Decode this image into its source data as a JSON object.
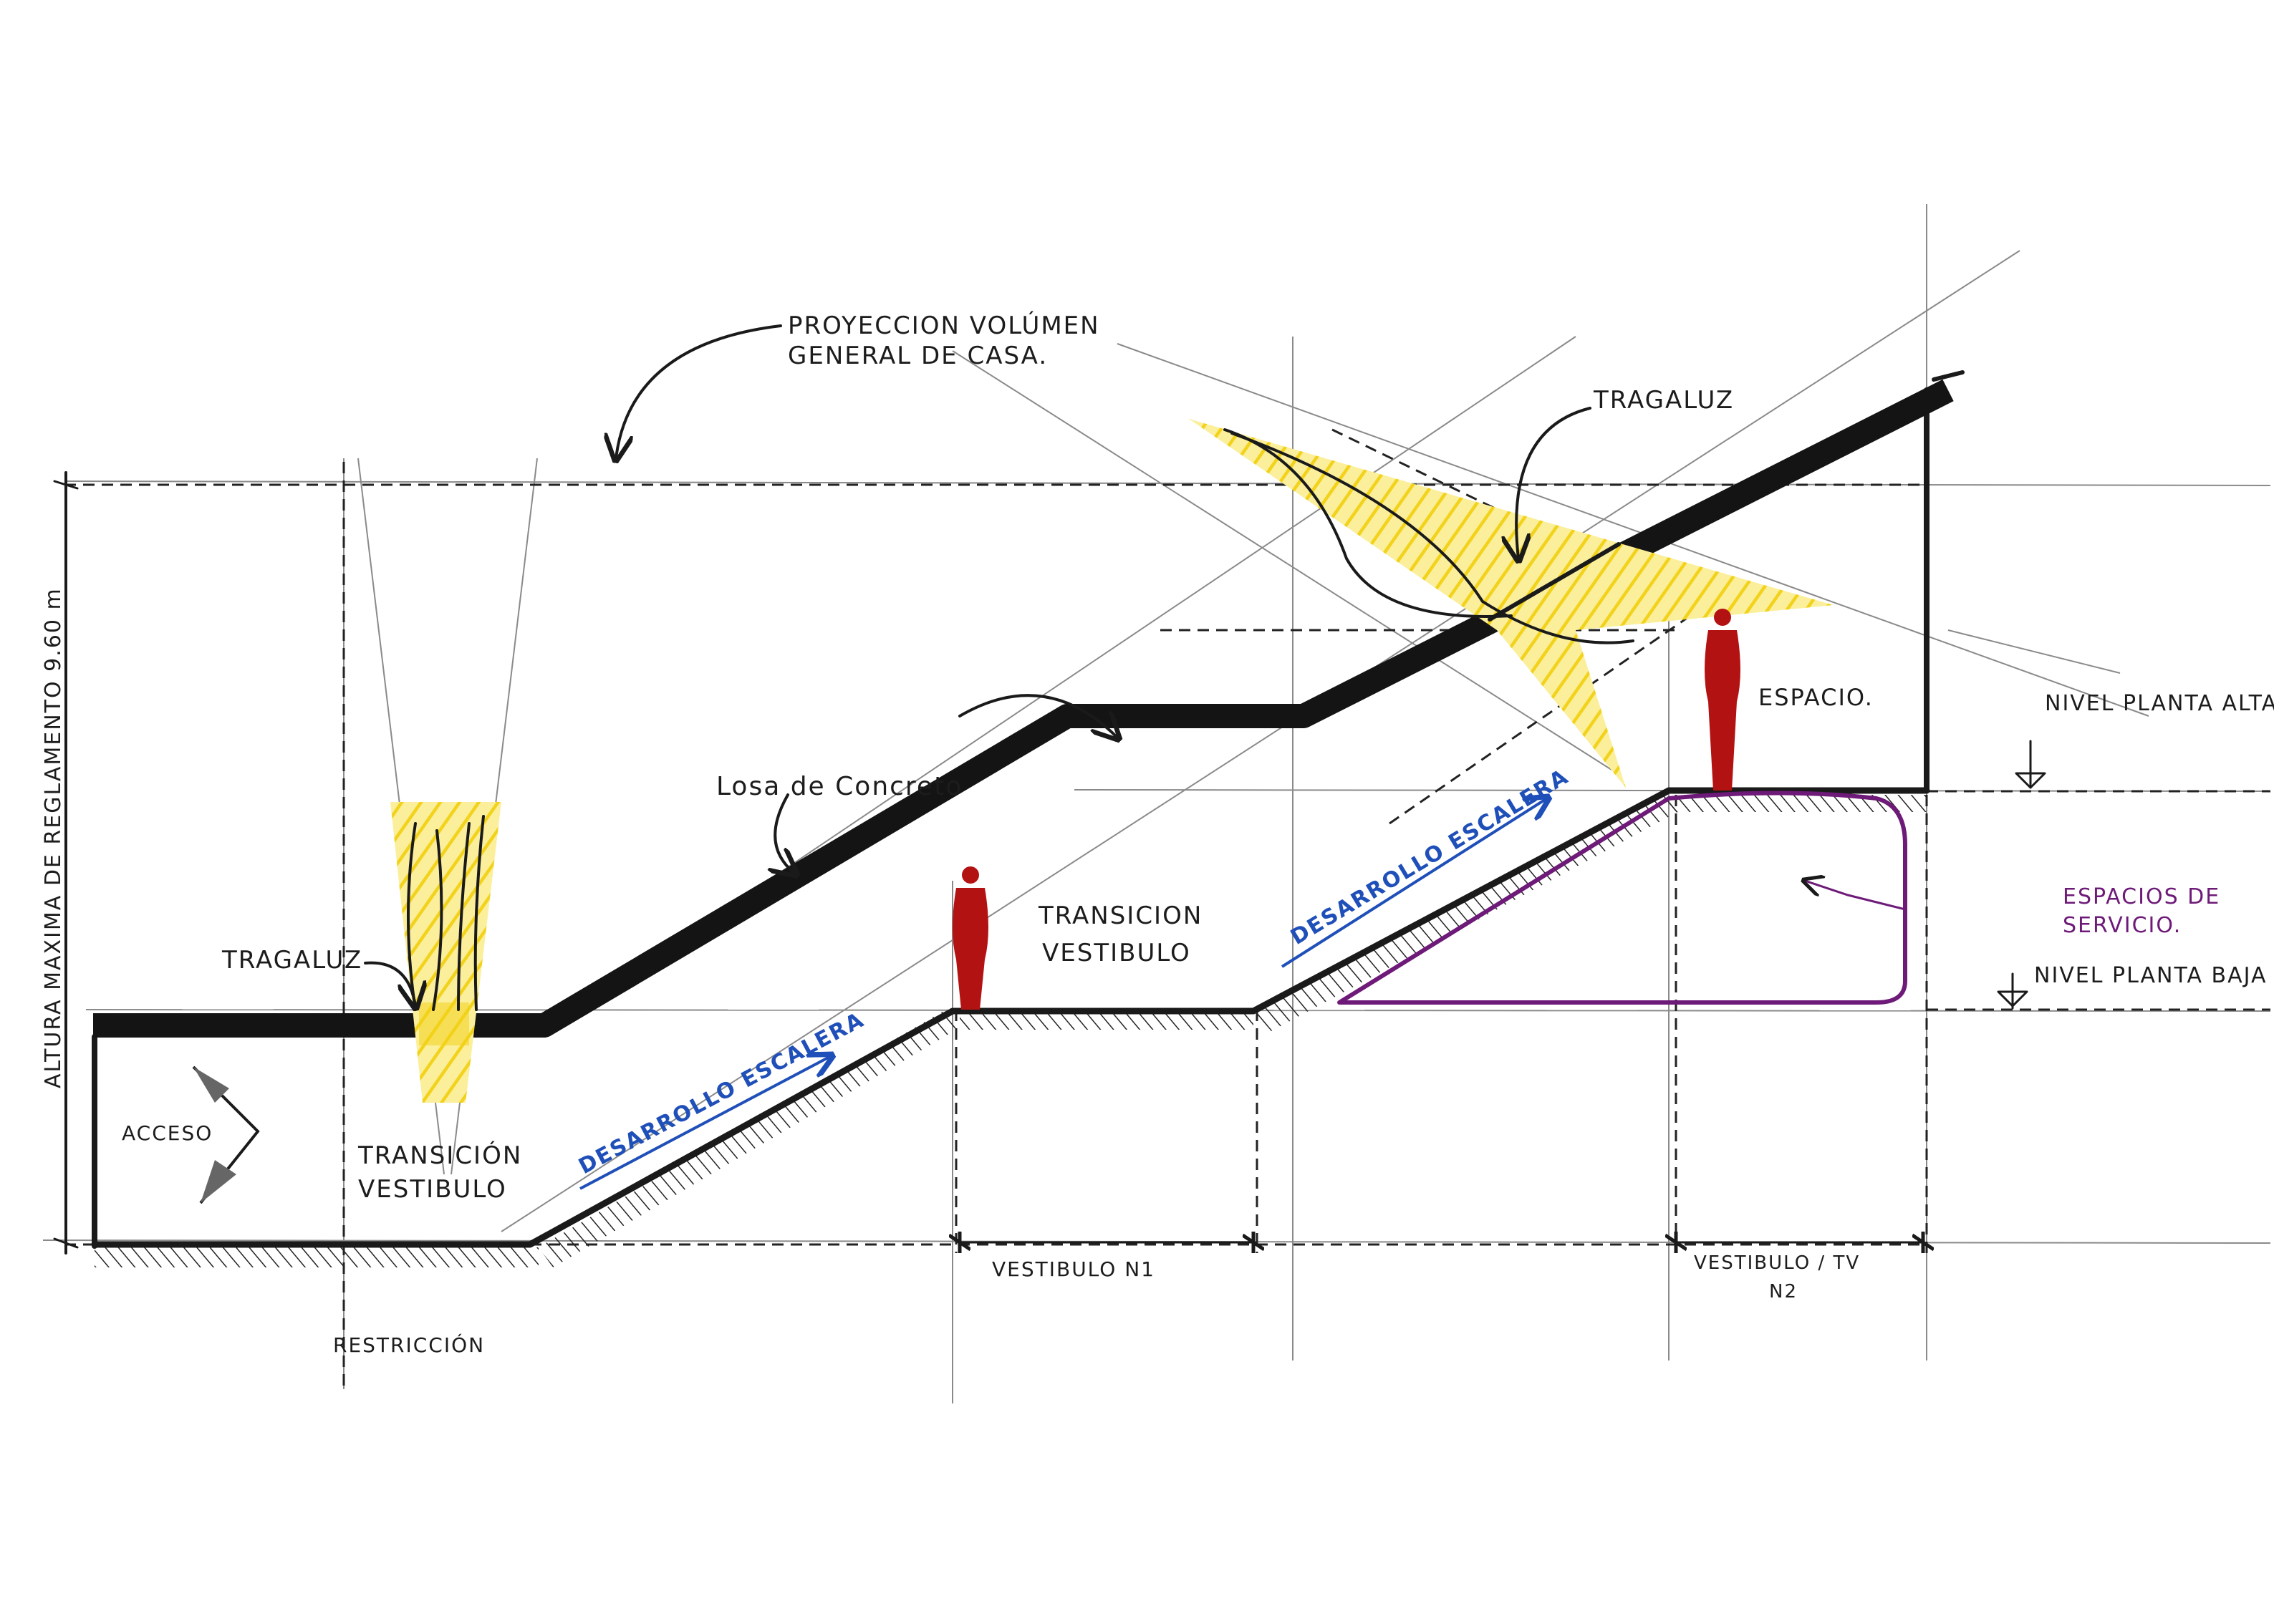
{
  "colors": {
    "ink": "#1a1a1a",
    "light_yellow": "#f2d21a",
    "figure_red": "#b31212",
    "annotation_blue": "#1f4fb8",
    "service_purple": "#6e1a78"
  },
  "labels": {
    "proyeccion_line1": "PROYECCION VOLÚMEN",
    "proyeccion_line2": "GENERAL DE CASA.",
    "tragaluz_top": "TRAGALUZ",
    "tragaluz_left": "TRAGALUZ",
    "losa": "Losa de Concreto",
    "altura": "ALTURA MAXIMA DE REGLAMENTO 9.60 m",
    "acceso": "ACCESO",
    "transicion_vestibulo_1_line1": "TRANSICIÓN",
    "transicion_vestibulo_1_line2": "VESTIBULO",
    "transicion_vestibulo_2_line1": "TRANSICION",
    "transicion_vestibulo_2_line2": "VESTIBULO",
    "desarrollo_escalera_1": "DESARROLLO ESCALERA",
    "desarrollo_escalera_2": "DESARROLLO ESCALERA",
    "espacio": "ESPACIO.",
    "espacios_servicio_line1": "ESPACIOS DE",
    "espacios_servicio_line2": "SERVICIO.",
    "nivel_planta_alta": "NIVEL PLANTA ALTA",
    "nivel_planta_baja": "NIVEL PLANTA BAJA",
    "restriccion": "RESTRICCIÓN",
    "vestibulo_n1": "VESTIBULO N1",
    "vestibulo_tv_line1": "VESTIBULO / TV",
    "vestibulo_tv_line2": "N2"
  },
  "icons": {
    "figure_1": "person-figure-icon",
    "figure_2": "person-figure-icon",
    "acceso": "entry-arrow-icon",
    "level_markers": "level-marker-icon"
  }
}
